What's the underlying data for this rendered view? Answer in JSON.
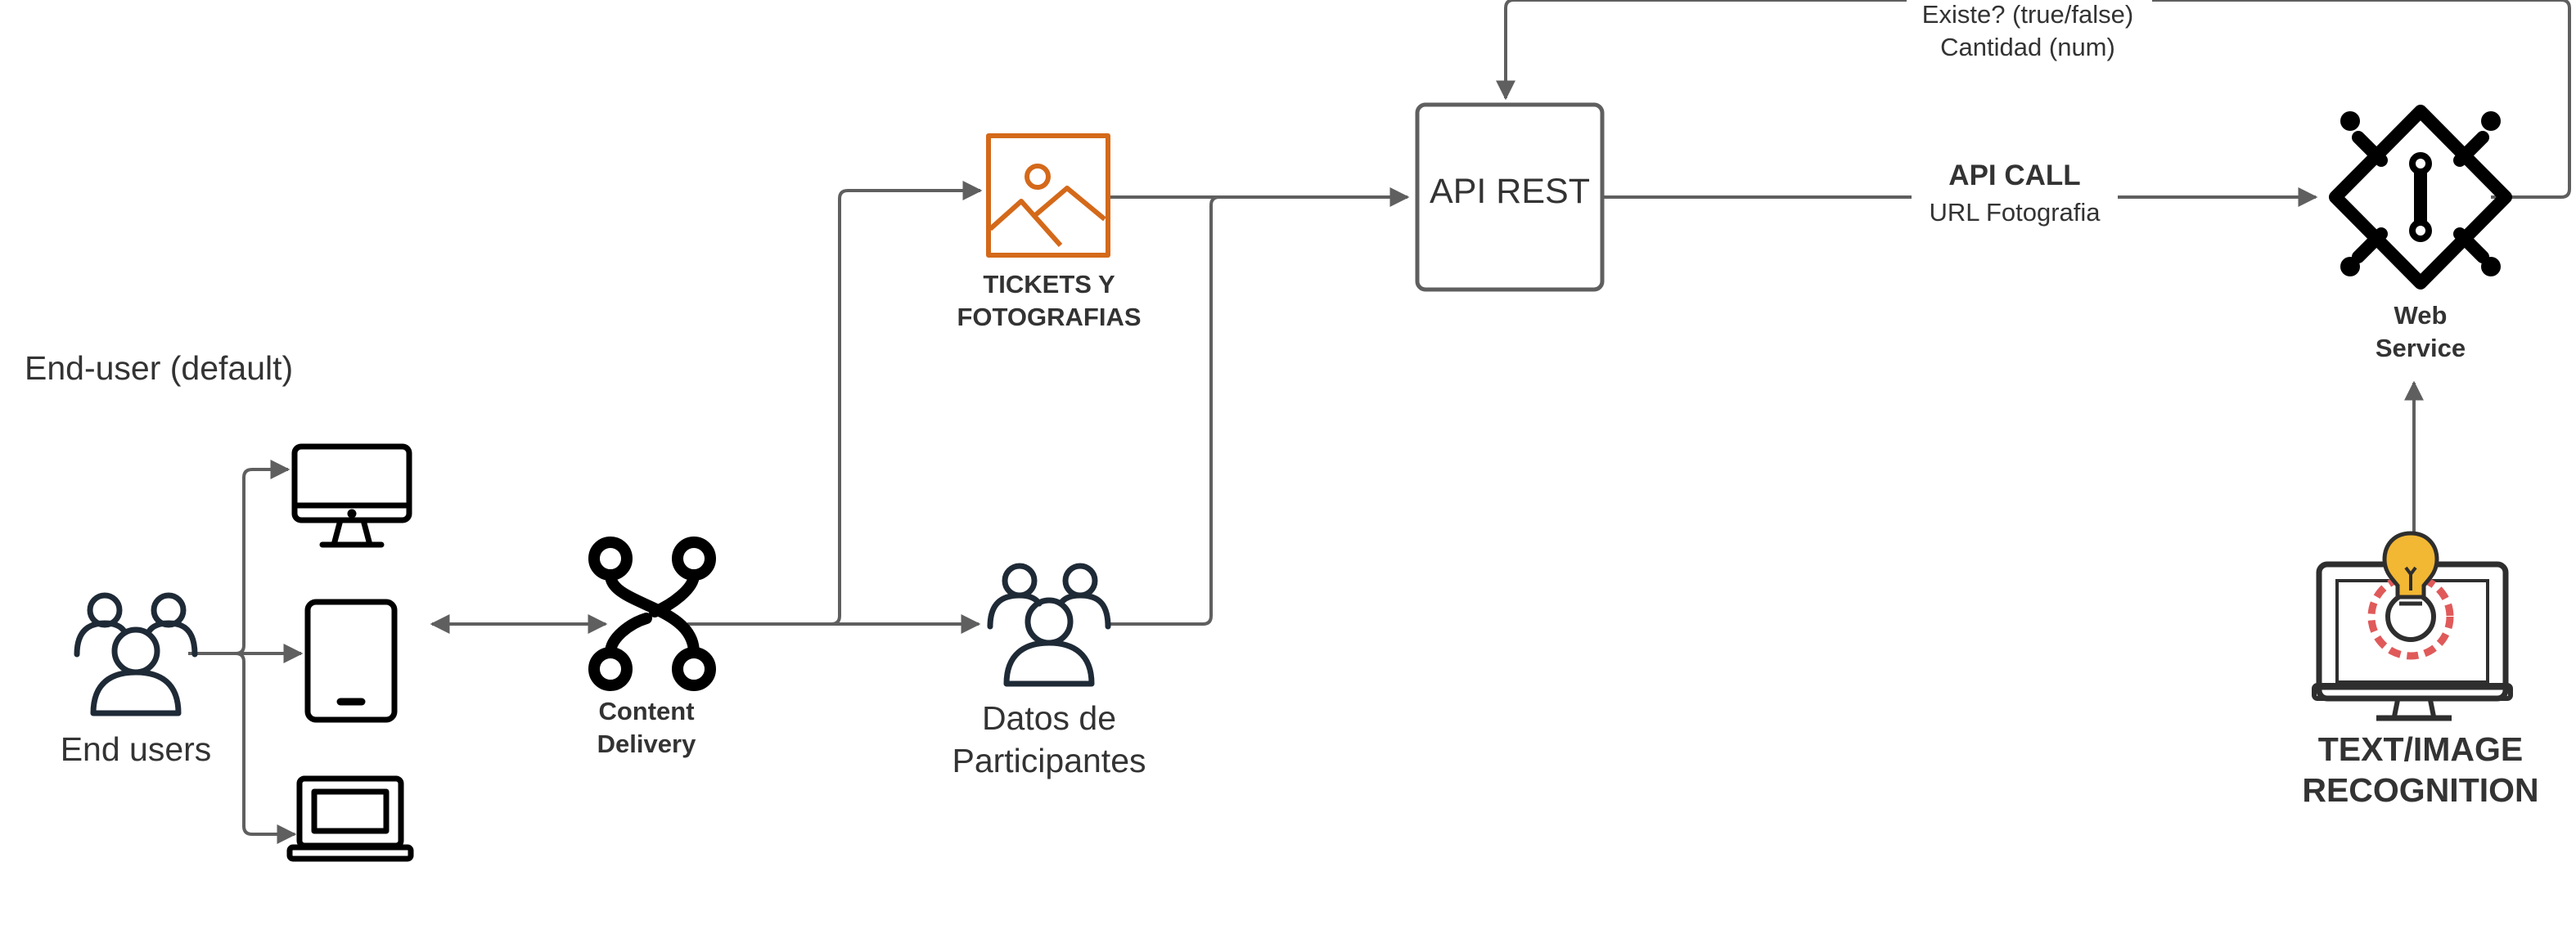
{
  "group_title": "End-user (default)",
  "nodes": {
    "end_users": "End users",
    "content_delivery": [
      "Content",
      "Delivery"
    ],
    "tickets": [
      "TICKETS Y",
      "FOTOGRAFIAS"
    ],
    "participants": [
      "Datos de",
      "Participantes"
    ],
    "api_rest": "API REST",
    "web_service": [
      "Web",
      "Service"
    ],
    "recognition": [
      "TEXT/IMAGE",
      "RECOGNITION"
    ]
  },
  "edges": {
    "api_call": "API CALL",
    "api_call_sub": "URL Fotografia",
    "response_1": "Existe? (true/false)",
    "response_2": "Cantidad (num)"
  },
  "colors": {
    "edge": "#5f5f5f",
    "icon_dark": "#1f2a37",
    "icon_orange": "#d4691a",
    "bulb": "#f2b733",
    "gear": "#e05a5a"
  }
}
